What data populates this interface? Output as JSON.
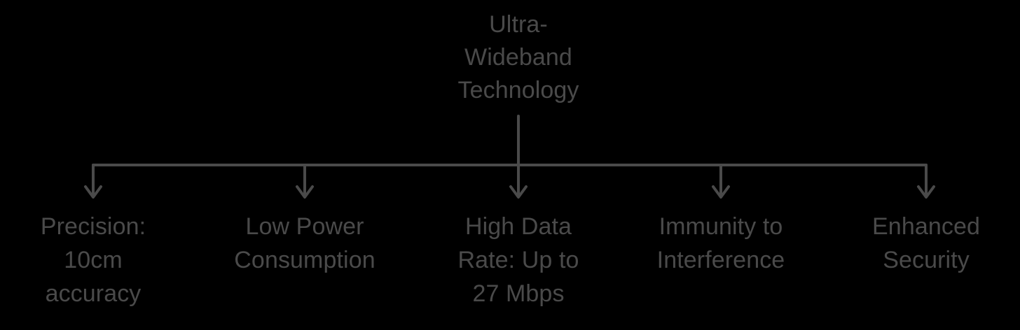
{
  "diagram": {
    "type": "tree",
    "orientation": "top-down",
    "background_color": "#000000",
    "stroke_color": "#4a4a4a",
    "text_color": "#4a4a4a",
    "root": {
      "label": "Ultra-\nWideband\nTechnology"
    },
    "branches": [
      {
        "label": "Precision:\n10cm\naccuracy"
      },
      {
        "label": "Low Power\nConsumption"
      },
      {
        "label": "High Data\nRate: Up to\n27 Mbps"
      },
      {
        "label": "Immunity to\nInterference"
      },
      {
        "label": "Enhanced\nSecurity"
      }
    ]
  }
}
